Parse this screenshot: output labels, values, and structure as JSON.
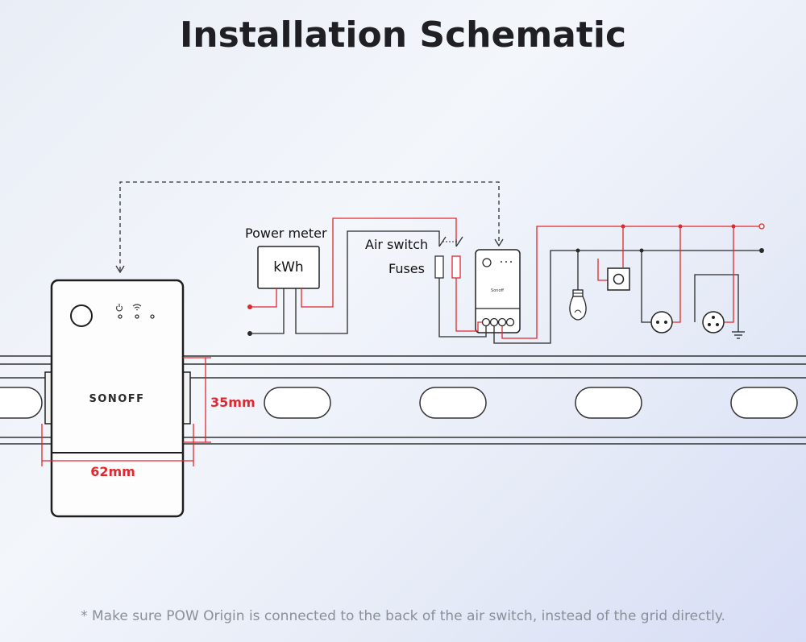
{
  "title": "Installation Schematic",
  "labels": {
    "power_meter": "Power meter",
    "kwh": "kWh",
    "air_switch": "Air switch",
    "fuses": "Fuses",
    "height_dim": "35mm",
    "width_dim": "62mm",
    "brand": "SONOFF",
    "brand_small": "Sonoff"
  },
  "footnote": "* Make sure POW Origin is connected to the back of the air switch, instead of the grid directly.",
  "colors": {
    "live_wire": "#e0282e",
    "neutral_wire": "#2a2a2a",
    "dimension": "#e0282e",
    "outline": "#1e1e1e"
  },
  "icons": [
    "wifi-icon",
    "power-icon",
    "bulb-icon",
    "switch-icon",
    "socket-icon",
    "ground-icon"
  ]
}
